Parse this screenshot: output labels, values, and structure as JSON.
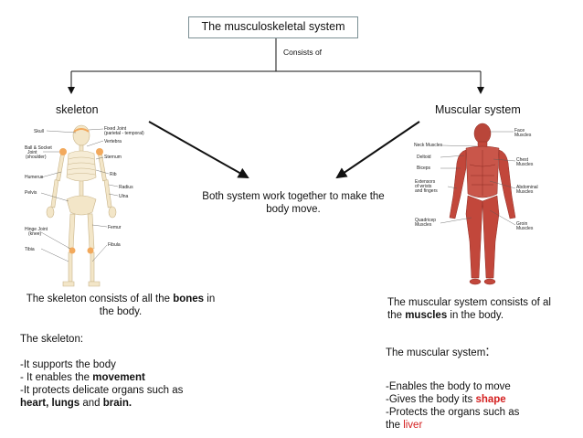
{
  "title": "The musculoskeletal system",
  "connector_label": "Consists of",
  "skeleton": {
    "heading": "skeleton",
    "description_pre": "The skeleton consists of all the ",
    "description_bold": "bones",
    "description_post": " in the body.",
    "list_heading": "The skeleton:",
    "item1": "-It supports the body",
    "item2_pre": "- It enables the ",
    "item2_bold": "movement",
    "item3": "-It protects delicate organs such as",
    "item4_bold1": "heart, lungs",
    "item4_mid": " and ",
    "item4_bold2": "brain.",
    "figure_labels": [
      "Skull",
      "Fixed Joint",
      "(parietal - temporal)",
      "Vertebra",
      "Ball & Socket",
      "Joint",
      "(shoulder)",
      "Sternum",
      "Rib",
      "Humerus",
      "Radius",
      "Pelvis",
      "Ulna",
      "Femur",
      "Hinge Joint",
      "(knee)",
      "Fibula",
      "Tibia"
    ]
  },
  "muscular": {
    "heading": "Muscular system",
    "description_pre": "The muscular system consists of al",
    "description_line2_bold": "the ",
    "description_bold": "muscles",
    "description_post": " in the body.",
    "list_heading": "The muscular system",
    "list_colon": ":",
    "item1": "-Enables the body to move",
    "item2_pre": "-Gives the body its ",
    "item2_red": "shape",
    "item3": "-Protects the organs such as",
    "item4_pre": "the ",
    "item4_red": "liver",
    "figure_labels": [
      "Face",
      "Muscles",
      "Neck Muscles",
      "Deltoid",
      "Chest",
      "Muscles",
      "Biceps",
      "Extensors",
      "of wrists",
      "and fingers",
      "Abdominal",
      "Muscles",
      "Quadricep",
      "Muscles",
      "Groin",
      "Muscles"
    ]
  },
  "center_text": "Both system work together to make the body move.",
  "colors": {
    "box_border": "#7b8f94",
    "red_text": "#d42020",
    "bone": "#f3e6c8",
    "joint": "#f2a95c",
    "muscle": "#c2473b"
  }
}
